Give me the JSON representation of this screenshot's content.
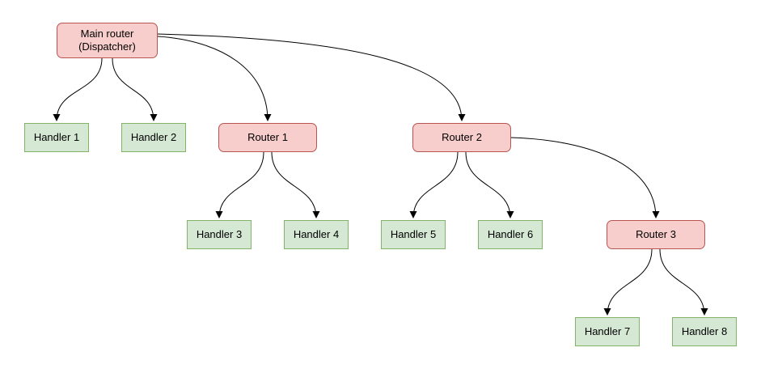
{
  "diagram": {
    "type": "tree-flowchart",
    "colors": {
      "router_fill": "#f8cecc",
      "router_stroke": "#b85450",
      "handler_fill": "#d5e8d4",
      "handler_stroke": "#82b366",
      "edge_color": "#000000",
      "background": "#ffffff"
    },
    "nodes": {
      "main_router": {
        "label_line1": "Main router",
        "label_line2": "(Dispatcher)",
        "kind": "router"
      },
      "router1": {
        "label": "Router 1",
        "kind": "router"
      },
      "router2": {
        "label": "Router 2",
        "kind": "router"
      },
      "router3": {
        "label": "Router 3",
        "kind": "router"
      },
      "handler1": {
        "label": "Handler 1",
        "kind": "handler"
      },
      "handler2": {
        "label": "Handler 2",
        "kind": "handler"
      },
      "handler3": {
        "label": "Handler 3",
        "kind": "handler"
      },
      "handler4": {
        "label": "Handler 4",
        "kind": "handler"
      },
      "handler5": {
        "label": "Handler 5",
        "kind": "handler"
      },
      "handler6": {
        "label": "Handler 6",
        "kind": "handler"
      },
      "handler7": {
        "label": "Handler 7",
        "kind": "handler"
      },
      "handler8": {
        "label": "Handler 8",
        "kind": "handler"
      }
    },
    "edges": [
      {
        "from": "main_router",
        "to": "handler1"
      },
      {
        "from": "main_router",
        "to": "handler2"
      },
      {
        "from": "main_router",
        "to": "router1"
      },
      {
        "from": "main_router",
        "to": "router2"
      },
      {
        "from": "router1",
        "to": "handler3"
      },
      {
        "from": "router1",
        "to": "handler4"
      },
      {
        "from": "router2",
        "to": "handler5"
      },
      {
        "from": "router2",
        "to": "handler6"
      },
      {
        "from": "router2",
        "to": "router3"
      },
      {
        "from": "router3",
        "to": "handler7"
      },
      {
        "from": "router3",
        "to": "handler8"
      }
    ]
  }
}
